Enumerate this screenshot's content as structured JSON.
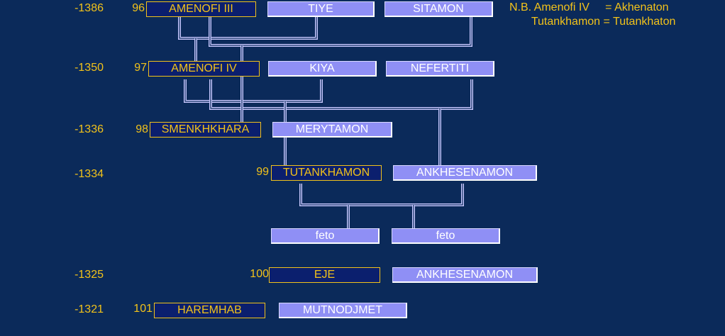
{
  "note": {
    "line1": "N.B. Amenofi IV     = Akhenaton",
    "line2": "       Tutankhamon = Tutankhaton"
  },
  "years": [
    "-1386",
    "-1350",
    "-1336",
    "-1334",
    "-1325",
    "-1321"
  ],
  "numbers": [
    "96",
    "97",
    "98",
    "99",
    "100",
    "101"
  ],
  "people": {
    "amenofi3": "AMENOFI III",
    "tiye": "TIYE",
    "sitamon": "SITAMON",
    "amenofi4": "AMENOFI  IV",
    "kiya": "KIYA",
    "nefertiti": "NEFERTITI",
    "smenkhkhara": "SMENKHKHARA",
    "merytamon": "MERYTAMON",
    "tutankhamon": "TUTANKHAMON",
    "ankhesenamon1": "ANKHESENAMON",
    "feto1": "feto",
    "feto2": "feto",
    "eje": "EJE",
    "ankhesenamon2": "ANKHESENAMON",
    "haremhab": "HAREMHAB",
    "mutnodjmet": "MUTNODJMET"
  },
  "colors": {
    "background": "#0b2a5a",
    "king_fill": "#0b1f6e",
    "accent_gold": "#f2c21a",
    "spouse_fill": "#8f8ff5",
    "connector": "#c8c8ff"
  }
}
